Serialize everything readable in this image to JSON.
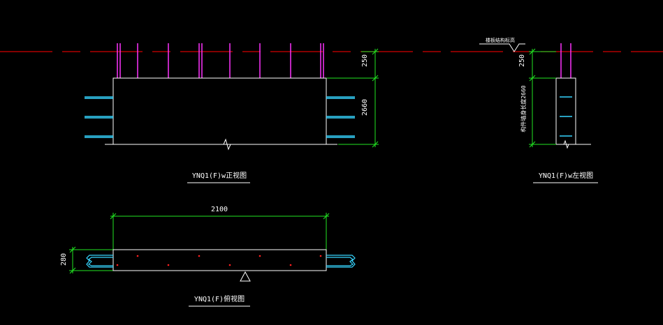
{
  "colors": {
    "background": "#000000",
    "ground_line": "#d40000",
    "rebar": "#ff33ff",
    "outline": "#ffffff",
    "dimension": "#22e622",
    "joint": "#36d6ff",
    "rebar_dot": "#ff2020"
  },
  "views": {
    "front": {
      "title": "YNQ1(F)w正视图",
      "dim_top": "250",
      "dim_height": "2660"
    },
    "side": {
      "title": "YNQ1(F)w左视图",
      "grade_label": "楼板结构标高",
      "dim_top": "250",
      "dim_height": "构件墙身长度2660"
    },
    "top": {
      "title": "YNQ1(F)俯视图",
      "dim_width": "2100",
      "dim_thickness": "280"
    }
  }
}
